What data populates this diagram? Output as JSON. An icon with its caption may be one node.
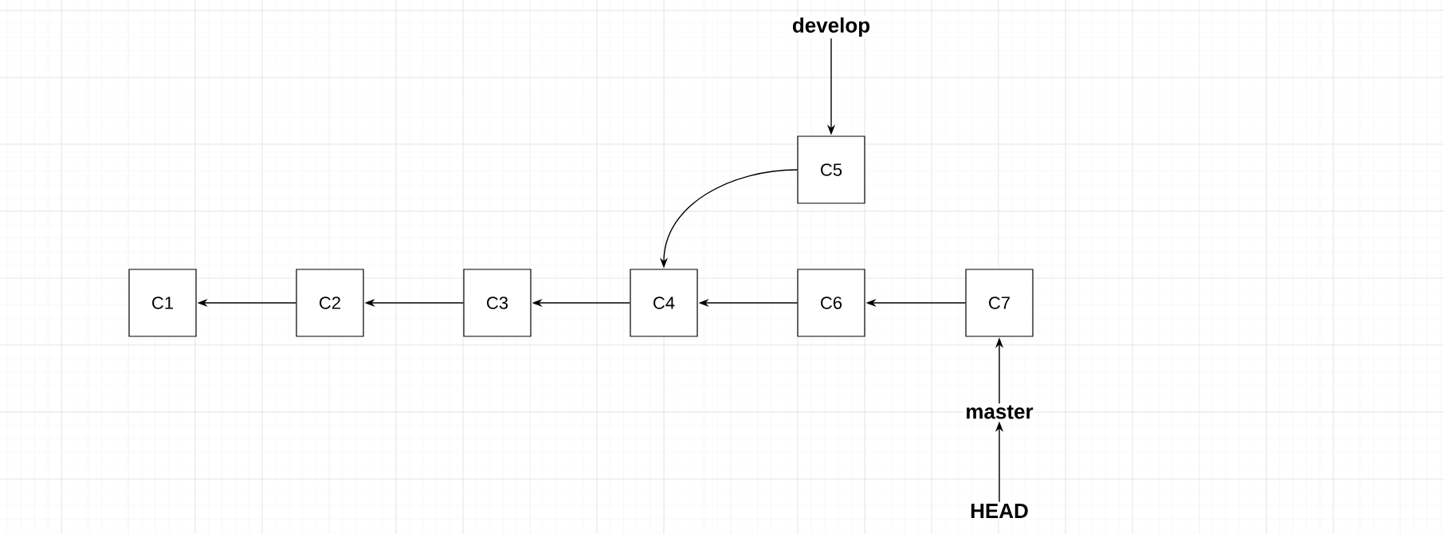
{
  "diagram": {
    "nodes": [
      {
        "text": [
          "develop"
        ]
      },
      {
        "text": [
          "C5"
        ]
      },
      {
        "text": [
          "C1"
        ]
      },
      {
        "text": [
          "C2"
        ]
      },
      {
        "text": [
          "C3"
        ]
      },
      {
        "text": [
          "C4"
        ]
      },
      {
        "text": [
          "C6"
        ]
      },
      {
        "text": [
          "C7"
        ]
      },
      {
        "text": [
          "master"
        ]
      },
      {
        "text": [
          "HEAD"
        ]
      }
    ],
    "edges": [
      {
        "from": 0,
        "to": 1,
        "arrow": "to"
      },
      {
        "from": 1,
        "to": 5,
        "arrow": "to"
      },
      {
        "from": 3,
        "to": 2,
        "arrow": "to"
      },
      {
        "from": 4,
        "to": 3,
        "arrow": "to"
      },
      {
        "from": 5,
        "to": 4,
        "arrow": "to"
      },
      {
        "from": 6,
        "to": 5,
        "arrow": "to"
      },
      {
        "from": 7,
        "to": 6,
        "arrow": "to"
      },
      {
        "from": 8,
        "to": 7,
        "arrow": "to"
      },
      {
        "from": 9,
        "to": 8,
        "arrow": "to"
      }
    ]
  }
}
